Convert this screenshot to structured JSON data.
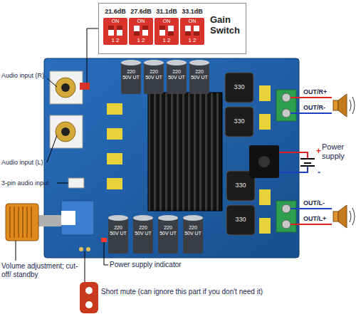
{
  "diagram": {
    "nodes": [
      {
        "text": [
          "Gain Switch"
        ]
      },
      {
        "text": [
          "21.6dB",
          "ON",
          "1 2"
        ],
        "in": 0
      },
      {
        "text": [
          "27.6dB",
          "ON",
          "1 2"
        ],
        "in": 0
      },
      {
        "text": [
          "31.1dB",
          "ON",
          "1 2"
        ],
        "in": 0
      },
      {
        "text": [
          "33.1dB",
          "ON",
          "1 2"
        ],
        "in": 0
      }
    ],
    "labels": [
      "Audio input (R)",
      "Audio input (L)",
      "3-pin audio input",
      "Volume adjustment; cut-off/ standby",
      "Power supply indicator",
      "Short mute (can ignore this part if you don't need it)",
      "OUT/R+",
      "OUT/R-",
      "Power supply",
      "+",
      "-",
      "OUT/L-",
      "OUT/L+",
      "330",
      "330",
      "330",
      "330",
      "220 50V UT",
      "220 50V UT",
      "220 50V UT",
      "220 50V UT",
      "220 50V UT",
      "220 50V UT",
      "220 50V UT",
      "220 50V UT"
    ]
  }
}
